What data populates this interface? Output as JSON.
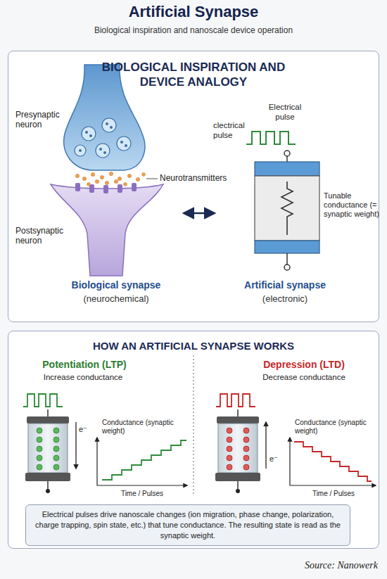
{
  "diagram": {
    "title": "Artificial Synapse",
    "nodes": [
      {
        "text": [
          "BIOLOGICAL INSPIRATION AND DEVICE ANALOGY"
        ]
      },
      {
        "text": [
          "HOW AN ARTIFICIAL SYNAPSE WORKS"
        ]
      },
      {
        "text": [
          "Electrical pulses drive nanoscale changes (ion migration, phase change, polarization, charge trapping, spin state, etc.) that tune conductance. The resulting state is read as the synaptic weight."
        ],
        "in": 1
      }
    ],
    "labels": [
      "Biological inspiration and nanoscale device operation",
      "Presynaptic neuron",
      "Neurotransmitters",
      "Postsynaptic neuron",
      "clectrical pulse",
      "Electrical pulse",
      "Tunable conductance (= synaptic weight)",
      "Biological synapse",
      "(neurochemical)",
      "Artificial synapse",
      "(electronic)",
      "Potentiation (LTP)",
      "Increase conductance",
      "e⁻",
      "Conductance (synaptic weight)",
      "Time / Pulses",
      "Depression (LTD)",
      "Decrease conductance",
      "e⁻",
      "Conductance (synaptic weight)",
      "Time / Pulses",
      "Source: Nanowerk"
    ]
  }
}
